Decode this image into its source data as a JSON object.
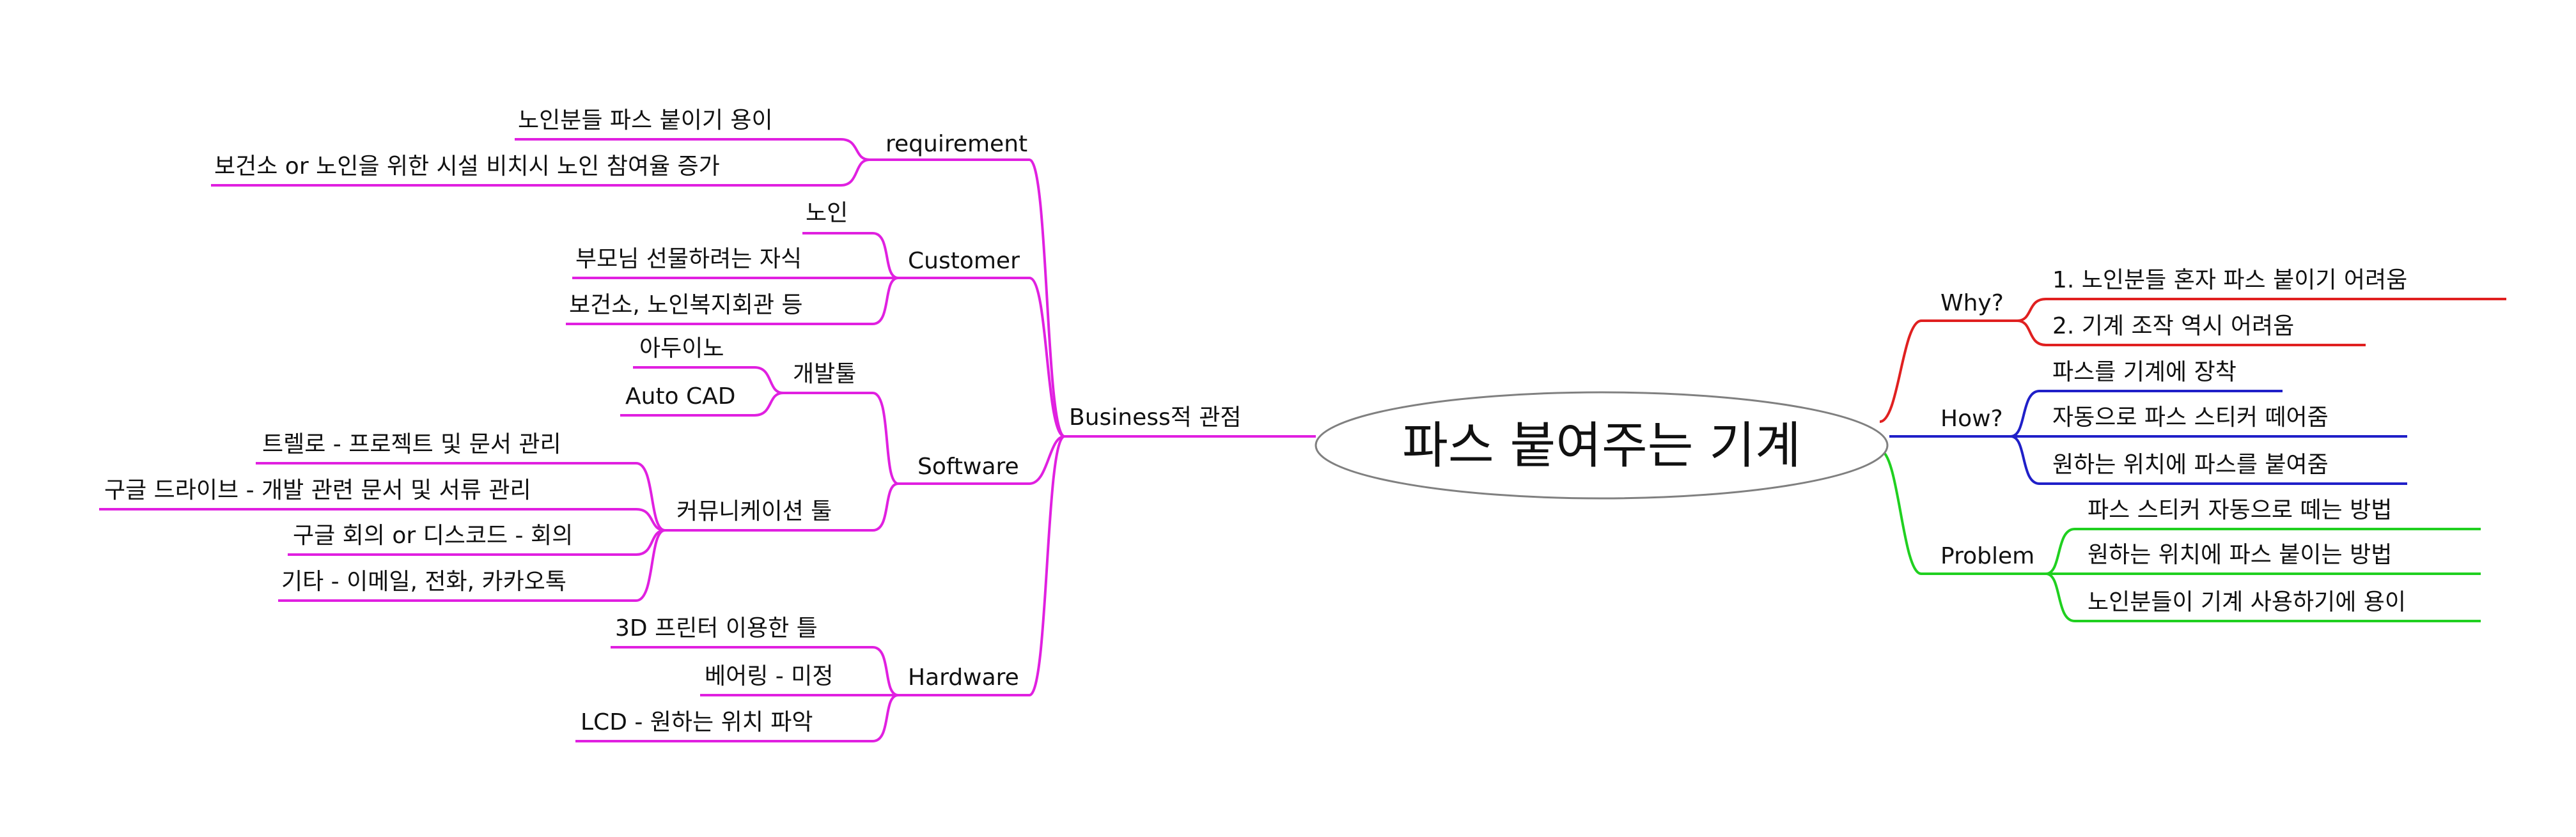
{
  "center": {
    "label": "파스 붙여주는 기계"
  },
  "branches": {
    "business": {
      "label": "Business적 관점",
      "color": "#e020e0",
      "requirement": {
        "label": "requirement",
        "items": [
          "노인분들 파스 붙이기 용이",
          "보건소 or 노인을 위한 시설 비치시 노인 참여율 증가"
        ]
      },
      "customer": {
        "label": "Customer",
        "items": [
          "노인",
          "부모님 선물하려는 자식",
          "보건소, 노인복지회관 등"
        ]
      },
      "software": {
        "label": "Software",
        "dev": {
          "label": "개발툴",
          "items": [
            "아두이노",
            "Auto CAD"
          ]
        },
        "comm": {
          "label": "커뮤니케이션 툴",
          "items": [
            "트렐로 - 프로젝트 및 문서 관리",
            "구글 드라이브 - 개발 관련 문서 및 서류 관리",
            "구글 회의 or 디스코드 - 회의",
            "기타 - 이메일, 전화, 카카오톡"
          ]
        }
      },
      "hardware": {
        "label": "Hardware",
        "items": [
          "3D 프린터 이용한 틀",
          "베어링 - 미정",
          "LCD - 원하는 위치 파악"
        ]
      }
    },
    "why": {
      "label": "Why?",
      "color": "#e02020",
      "items": [
        "1. 노인분들 혼자 파스 붙이기 어려움",
        "2. 기계 조작 역시 어려움"
      ]
    },
    "how": {
      "label": "How?",
      "color": "#2020c8",
      "items": [
        "파스를 기계에 장착",
        "자동으로 파스 스티커 떼어줌",
        "원하는 위치에 파스를 붙여줌"
      ]
    },
    "problem": {
      "label": "Problem",
      "color": "#20d020",
      "items": [
        "파스 스티커 자동으로 떼는 방법",
        "원하는 위치에 파스 붙이는 방법",
        "노인분들이 기계 사용하기에 용이"
      ]
    }
  }
}
